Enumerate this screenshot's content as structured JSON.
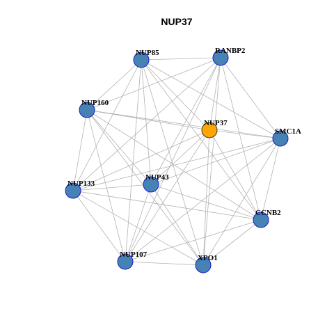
{
  "title": "NUP37",
  "colors": {
    "node_fill": "#4682B4",
    "node_stroke": "#1a1acd",
    "highlight_fill": "#FFA500",
    "highlight_stroke": "#3a3a3a",
    "edge": "#b3b3b3",
    "background": "#ffffff"
  },
  "network": {
    "highlighted_node": "NUP37",
    "nodes": [
      {
        "id": "NUP85"
      },
      {
        "id": "RANBP2"
      },
      {
        "id": "NUP160"
      },
      {
        "id": "NUP37"
      },
      {
        "id": "SMC1A"
      },
      {
        "id": "NUP133"
      },
      {
        "id": "NUP43"
      },
      {
        "id": "CCNB2"
      },
      {
        "id": "NUP107"
      },
      {
        "id": "XPO1"
      }
    ],
    "edges": [
      [
        "NUP85",
        "RANBP2"
      ],
      [
        "NUP85",
        "NUP160"
      ],
      [
        "NUP85",
        "NUP37"
      ],
      [
        "NUP85",
        "SMC1A"
      ],
      [
        "NUP85",
        "NUP133"
      ],
      [
        "NUP85",
        "NUP43"
      ],
      [
        "NUP85",
        "CCNB2"
      ],
      [
        "NUP85",
        "NUP107"
      ],
      [
        "NUP85",
        "XPO1"
      ],
      [
        "RANBP2",
        "NUP160"
      ],
      [
        "RANBP2",
        "NUP37"
      ],
      [
        "RANBP2",
        "SMC1A"
      ],
      [
        "RANBP2",
        "NUP133"
      ],
      [
        "RANBP2",
        "NUP43"
      ],
      [
        "RANBP2",
        "CCNB2"
      ],
      [
        "RANBP2",
        "NUP107"
      ],
      [
        "RANBP2",
        "XPO1"
      ],
      [
        "NUP160",
        "NUP37"
      ],
      [
        "NUP160",
        "SMC1A"
      ],
      [
        "NUP160",
        "NUP133"
      ],
      [
        "NUP160",
        "NUP43"
      ],
      [
        "NUP160",
        "CCNB2"
      ],
      [
        "NUP160",
        "NUP107"
      ],
      [
        "NUP160",
        "XPO1"
      ],
      [
        "NUP37",
        "SMC1A"
      ],
      [
        "NUP37",
        "NUP133"
      ],
      [
        "NUP37",
        "NUP43"
      ],
      [
        "NUP37",
        "CCNB2"
      ],
      [
        "NUP37",
        "NUP107"
      ],
      [
        "NUP37",
        "XPO1"
      ],
      [
        "SMC1A",
        "NUP133"
      ],
      [
        "SMC1A",
        "NUP43"
      ],
      [
        "SMC1A",
        "CCNB2"
      ],
      [
        "SMC1A",
        "NUP107"
      ],
      [
        "SMC1A",
        "XPO1"
      ],
      [
        "NUP133",
        "NUP43"
      ],
      [
        "NUP133",
        "CCNB2"
      ],
      [
        "NUP133",
        "NUP107"
      ],
      [
        "NUP133",
        "XPO1"
      ],
      [
        "NUP43",
        "CCNB2"
      ],
      [
        "NUP43",
        "NUP107"
      ],
      [
        "NUP43",
        "XPO1"
      ],
      [
        "CCNB2",
        "NUP107"
      ],
      [
        "CCNB2",
        "XPO1"
      ],
      [
        "NUP107",
        "XPO1"
      ]
    ]
  }
}
